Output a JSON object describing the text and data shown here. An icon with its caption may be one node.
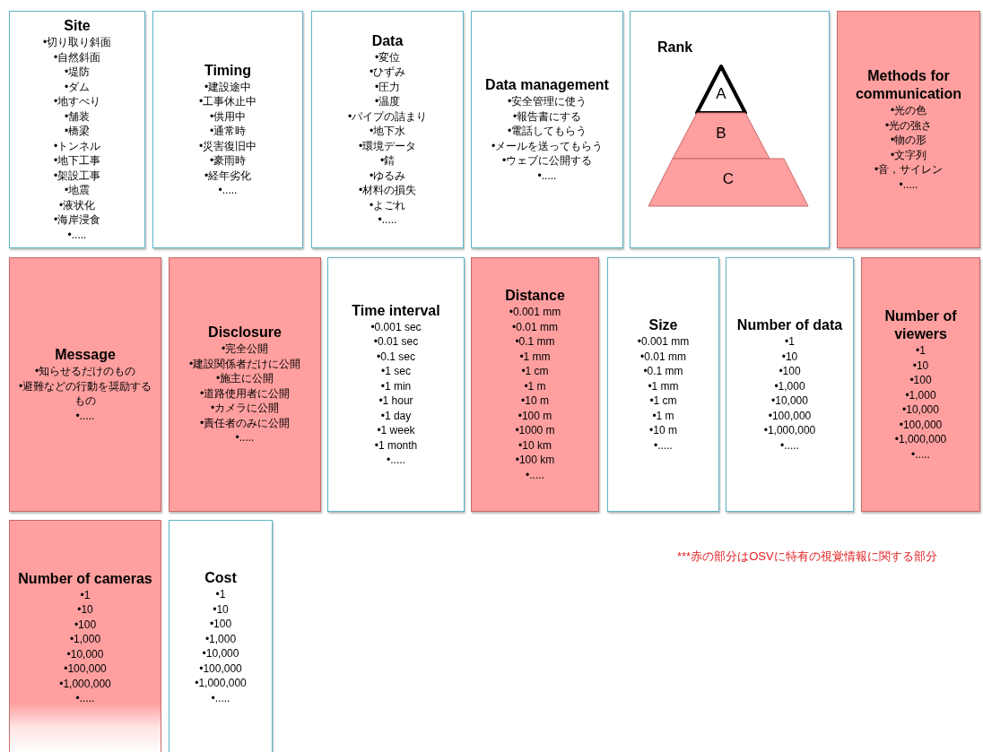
{
  "diagram": {
    "nodes": [
      {
        "text": [
          "Site",
          "•切り取り斜面",
          "•自然斜面",
          "•堤防",
          "•ダム",
          "•地すべり",
          "•舗装",
          "•橋梁",
          "•トンネル",
          "•地下工事",
          "•架設工事",
          "•地震",
          "•液状化",
          "•海岸浸食",
          "•....."
        ]
      },
      {
        "text": [
          "Timing",
          "•建設途中",
          "•工事休止中",
          "•供用中",
          "•通常時",
          "•災害復旧中",
          "•豪雨時",
          "•経年劣化",
          "•....."
        ]
      },
      {
        "text": [
          "Data",
          "•変位",
          "•ひずみ",
          "•圧力",
          "•温度",
          "•パイプの詰まり",
          "•地下水",
          "•環境データ",
          "•錆",
          "•ゆるみ",
          "•材料の損失",
          "•よごれ",
          "•....."
        ]
      },
      {
        "text": [
          "Data management",
          "•安全管理に使う",
          "•報告書にする",
          "•電話してもらう",
          "•メールを送ってもらう",
          "•ウェブに公開する",
          "•....."
        ]
      },
      {
        "text": [
          "Rank"
        ]
      },
      {
        "text": [
          "A"
        ],
        "in": 4
      },
      {
        "text": [
          "B"
        ],
        "in": 4
      },
      {
        "text": [
          "C"
        ],
        "in": 4
      },
      {
        "text": [
          "Methods for communication",
          "•光の色",
          "•光の強さ",
          "•物の形",
          "•文字列",
          "•音，サイレン",
          "•....."
        ]
      },
      {
        "text": [
          "Message",
          "•知らせるだけのもの",
          "•避難などの行動を奨励するもの",
          "•....."
        ]
      },
      {
        "text": [
          "Disclosure",
          "•完全公開",
          "•建設関係者だけに公開",
          "•施主に公開",
          "•道路使用者に公開",
          "•カメラに公開",
          "•責任者のみに公開",
          "•....."
        ]
      },
      {
        "text": [
          "Time interval",
          "•0.001 sec",
          "•0.01 sec",
          "•0.1 sec",
          "•1 sec",
          "•1 min",
          "•1 hour",
          "•1 day",
          "•1 week",
          "•1 month",
          "•....."
        ]
      },
      {
        "text": [
          "Distance",
          "•0.001 mm",
          "•0.01 mm",
          "•0.1 mm",
          "•1 mm",
          "•1 cm",
          "•1 m",
          "•10 m",
          "•100 m",
          "•1000 m",
          "•10 km",
          "•100 km",
          "•....."
        ]
      },
      {
        "text": [
          "Size",
          "•0.001 mm",
          "•0.01 mm",
          "•0.1 mm",
          "•1 mm",
          "•1 cm",
          "•1 m",
          "•10 m",
          "•....."
        ]
      },
      {
        "text": [
          "Number of data",
          "•1",
          "•10",
          "•100",
          "•1,000",
          "•10,000",
          "•100,000",
          "•1,000,000",
          "•....."
        ]
      },
      {
        "text": [
          "Number of viewers",
          "•1",
          "•10",
          "•100",
          "•1,000",
          "•10,000",
          "•100,000",
          "•1,000,000",
          "•....."
        ]
      },
      {
        "text": [
          "Number of cameras",
          "•1",
          "•10",
          "•100",
          "•1,000",
          "•10,000",
          "•100,000",
          "•1,000,000",
          "•....."
        ]
      },
      {
        "text": [
          "Cost",
          "•1",
          "•10",
          "•100",
          "•1,000",
          "•10,000",
          "•100,000",
          "•1,000,000",
          "•....."
        ]
      }
    ],
    "labels": [
      "***赤の部分はOSVに特有の視覚情報に関する部分"
    ]
  }
}
